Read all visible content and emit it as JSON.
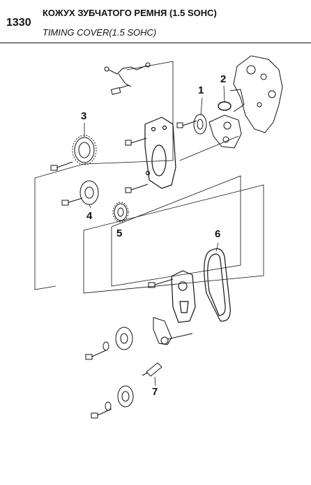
{
  "header": {
    "section_code": "1330",
    "title_ru": "КОЖУХ ЗУБЧАТОГО РЕМНЯ (1.5 SOHC)",
    "title_en": "TIMING COVER(1.5 SOHC)"
  },
  "callouts": [
    "1",
    "2",
    "3",
    "4",
    "5",
    "6",
    "7"
  ]
}
